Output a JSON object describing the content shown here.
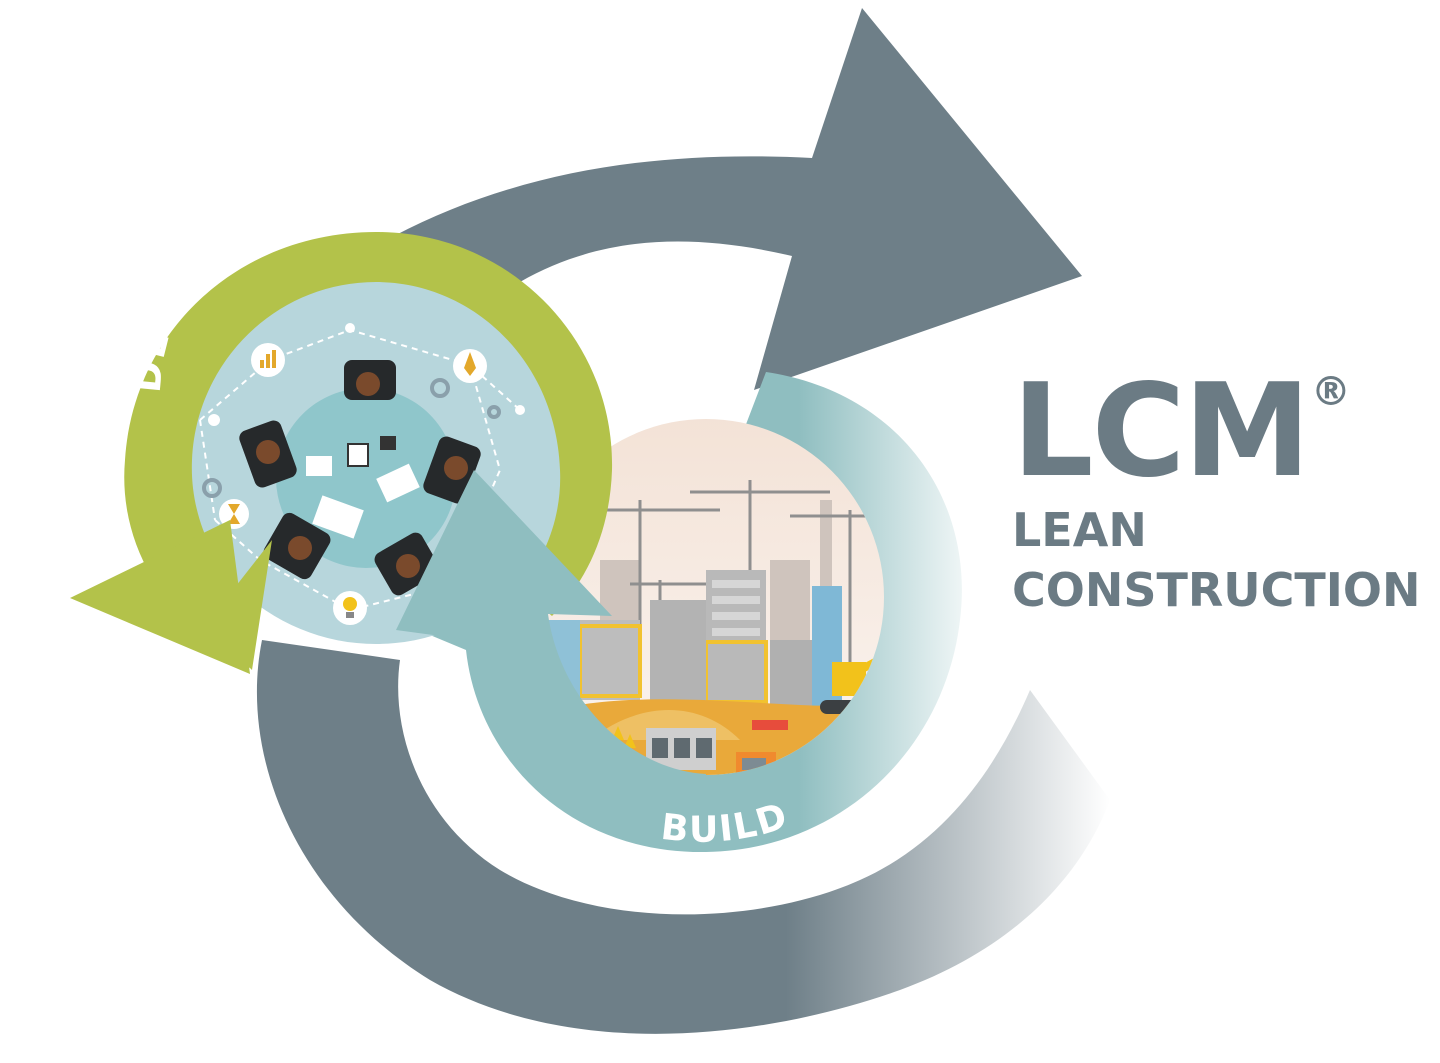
{
  "design_label": "DESIGN",
  "build_label": "BUILD",
  "brand": {
    "name": "LCM",
    "registered": "®",
    "line1": "LEAN",
    "line2": "CONSTRUCTION"
  },
  "colors": {
    "big_arrow": "#6e7f88",
    "design_ring": "#b3c24a",
    "build_ring": "#8fbec0",
    "design_circle": "#b7d6dc",
    "table": "#8fc6cb",
    "sky_top": "#f3e2d6",
    "sand": "#e9a93a",
    "text": "#6b7b84"
  },
  "icons": [
    "chart-icon",
    "rocket-icon",
    "lightbulb-icon",
    "gear-icon",
    "hourglass-icon",
    "tablet-icon",
    "crane-icon",
    "excavator-icon",
    "truck-icon"
  ]
}
